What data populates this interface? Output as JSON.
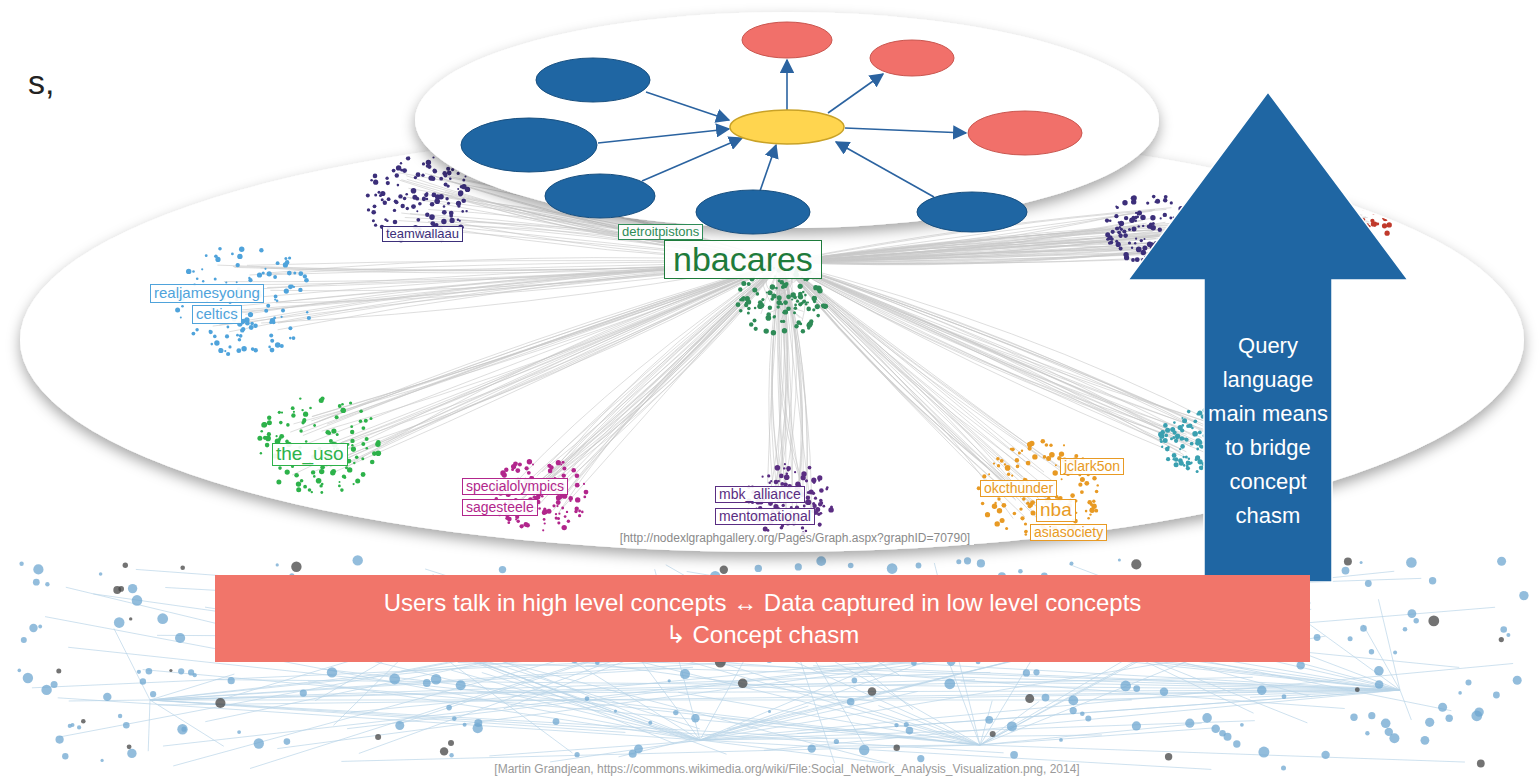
{
  "diagram": {
    "nodes": [
      {
        "text": [
          "Query language main means to bridge concept chasm"
        ]
      },
      {
        "text": [
          "Users talk in high level concepts ↔ Data captured in low level concepts",
          "↳ Concept chasm"
        ]
      }
    ],
    "labels": [
      "s,",
      "teamwallaau",
      "detroitpistons",
      "nbacares",
      "realjamesyoung",
      "celtics",
      "the_uso",
      "specialolympics",
      "sagesteele",
      "mbk_alliance",
      "mentomational",
      "okcthunder",
      "jclark5on",
      "nba",
      "asiasociety",
      "[http://nodexlgraphgallery.org/Pages/Graph.aspx?graphID=70790]",
      "[Martin Grandjean, https://commons.wikimedia.org/wiki/File:Social_Network_Analysis_Visualization.png, 2014]"
    ]
  }
}
